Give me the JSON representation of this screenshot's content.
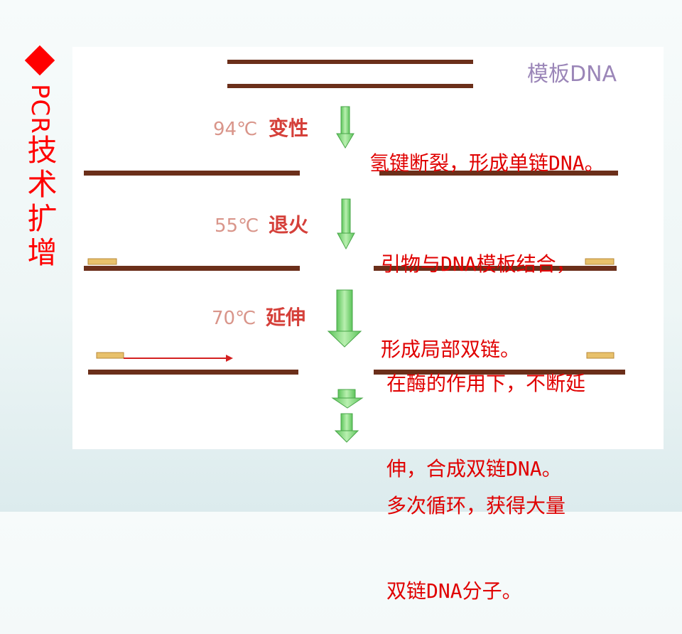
{
  "title": {
    "marker": "◆",
    "latin": "PCR",
    "cjk": "技术扩增"
  },
  "diagram": {
    "template_label": "模板DNA",
    "steps": [
      {
        "temp": "94℃",
        "name": "变性"
      },
      {
        "temp": "55℃",
        "name": "退火"
      },
      {
        "temp": "70℃",
        "name": "延伸"
      }
    ]
  },
  "notes": [
    {
      "line1": "氢键断裂，形成单链DNA。",
      "line2": ""
    },
    {
      "line1": "引物与DNA模板结合，",
      "line2": "形成局部双链。"
    },
    {
      "line1": "在酶的作用下，不断延",
      "line2": "伸，合成双链DNA。"
    },
    {
      "line1": "多次循环，获得大量",
      "line2": "双链DNA分子。"
    }
  ],
  "colors": {
    "accent": "#ff0000",
    "strand": "#6b2f1a",
    "primer": "#e8c16b",
    "arrow_green": "#7ed87a",
    "extension_arrow": "#d42020"
  }
}
